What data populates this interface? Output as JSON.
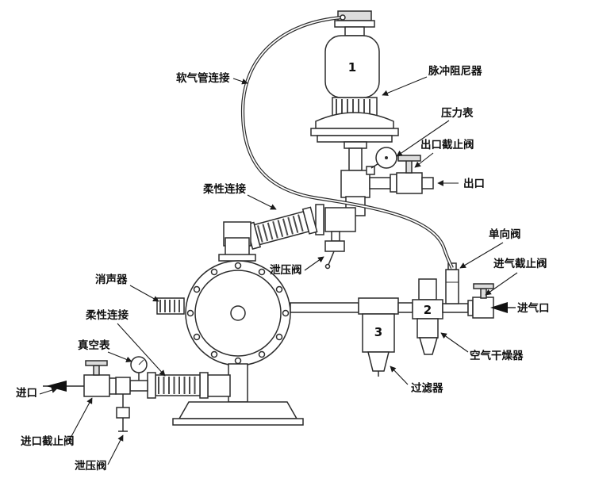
{
  "labels": {
    "soft_hose_connection": "软气管连接",
    "pulse_damper": "脉冲阻尼器",
    "pressure_gauge": "压力表",
    "outlet_stop_valve": "出口截止阀",
    "outlet": "出口",
    "flexible_connection_upper": "柔性连接",
    "check_valve": "单向阀",
    "air_inlet_stop_valve": "进气截止阀",
    "air_inlet": "进气口",
    "relief_valve_center": "泄压阀",
    "muffler": "消声器",
    "flexible_connection_lower": "柔性连接",
    "vacuum_gauge": "真空表",
    "inlet": "进口",
    "inlet_stop_valve": "进口截止阀",
    "relief_valve_bottom": "泄压阀",
    "air_dryer": "空气干燥器",
    "filter": "过滤器"
  },
  "numbers": {
    "pulse_damper": "1",
    "air_dryer": "2",
    "filter": "3"
  },
  "colors": {
    "line": "#2b2b2b",
    "background": "#ffffff",
    "label_text": "#101010"
  }
}
